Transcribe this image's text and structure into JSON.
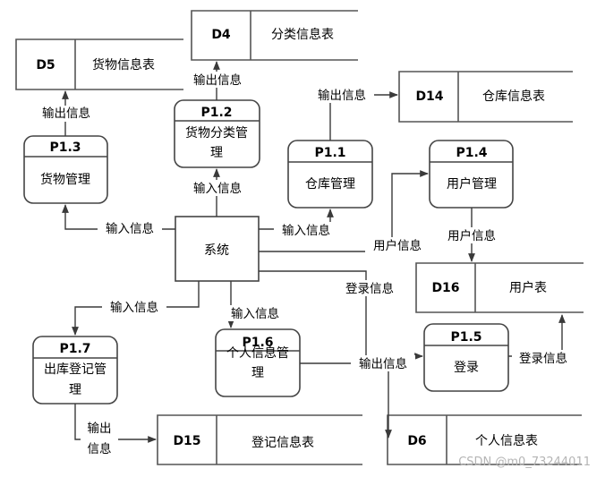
{
  "processes": {
    "p13": {
      "id": "P1.3",
      "name": "货物管理"
    },
    "p12": {
      "id": "P1.2",
      "name_line1": "货物分类管",
      "name_line2": "理"
    },
    "p11": {
      "id": "P1.1",
      "name": "仓库管理"
    },
    "p14": {
      "id": "P1.4",
      "name": "用户管理"
    },
    "p17": {
      "id": "P1.7",
      "name_line1": "出库登记管",
      "name_line2": "理"
    },
    "p16": {
      "id": "P1.6",
      "name_line1": "个人信息管",
      "name_line2": "理"
    },
    "p15": {
      "id": "P1.5",
      "name": "登录"
    }
  },
  "system": {
    "name": "系统"
  },
  "stores": {
    "d4": {
      "id": "D4",
      "name": "分类信息表"
    },
    "d5": {
      "id": "D5",
      "name": "货物信息表"
    },
    "d14": {
      "id": "D14",
      "name": "仓库信息表"
    },
    "d16": {
      "id": "D16",
      "name": "用户表"
    },
    "d15": {
      "id": "D15",
      "name": "登记信息表"
    },
    "d6": {
      "id": "D6",
      "name": "个人信息表"
    }
  },
  "flows": {
    "d4_out": "输出信息",
    "d5_out": "输出信息",
    "d14_out": "输出信息",
    "sys_to_p12": "输入信息",
    "sys_to_p13": "输入信息",
    "sys_to_p11": "输入信息",
    "sys_to_p14": "用户信息",
    "p14_to_d16": "用户信息",
    "sys_to_p15": "登录信息",
    "sys_to_p17": "输入信息",
    "sys_to_p16": "输入信息",
    "p16_to_d6": "输出信息",
    "p15_to_d16": "登录信息",
    "p17_to_d15_l1": "输出",
    "p17_to_d15_l2": "信息"
  },
  "watermark": "CSDN @m0_73244011"
}
